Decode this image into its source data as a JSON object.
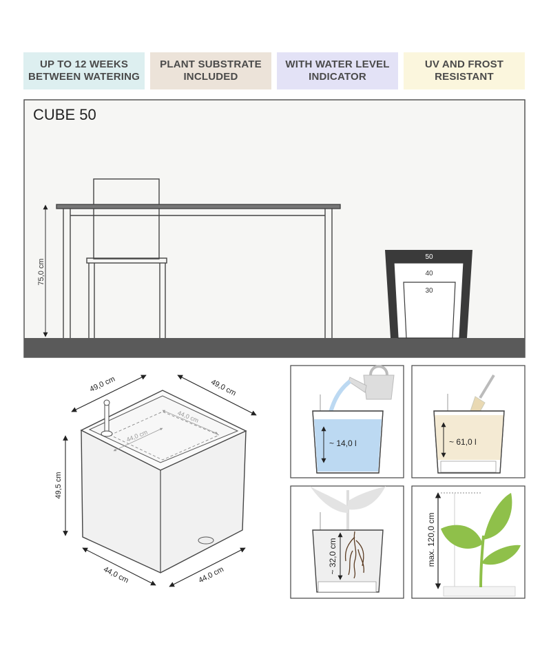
{
  "features": [
    {
      "label": "UP TO 12 WEEKS\nBETWEEN WATERING",
      "color": "#ddeff0"
    },
    {
      "label": "PLANT SUBSTRATE\nINCLUDED",
      "color": "#ece3d9"
    },
    {
      "label": "WITH WATER LEVEL\nINDICATOR",
      "color": "#e3e2f6"
    },
    {
      "label": "UV AND FROST\nRESISTANT",
      "color": "#fbf6dd"
    }
  ],
  "scene": {
    "title": "CUBE 50",
    "table_height": "75,0 cm",
    "sizes": [
      "50",
      "40",
      "30"
    ]
  },
  "cube": {
    "top_left": "49,0 cm",
    "top_right": "49,0 cm",
    "inner_right": "44,0 cm",
    "inner_left": "44,0 cm",
    "height": "49,5 cm",
    "bottom_left": "44,0 cm",
    "bottom_right": "44,0 cm"
  },
  "panels": {
    "water_volume": "~ 14,0 l",
    "substrate_volume": "~ 61,0 l",
    "root_depth": "~ 32,0 cm",
    "plant_height": "max. 120,0 cm"
  },
  "colors": {
    "water": "#bcd9f2",
    "substrate": "#f4ead3",
    "leaf": "#8fc04a",
    "floor": "#5a5a5a",
    "wall": "#f6f6f4"
  }
}
